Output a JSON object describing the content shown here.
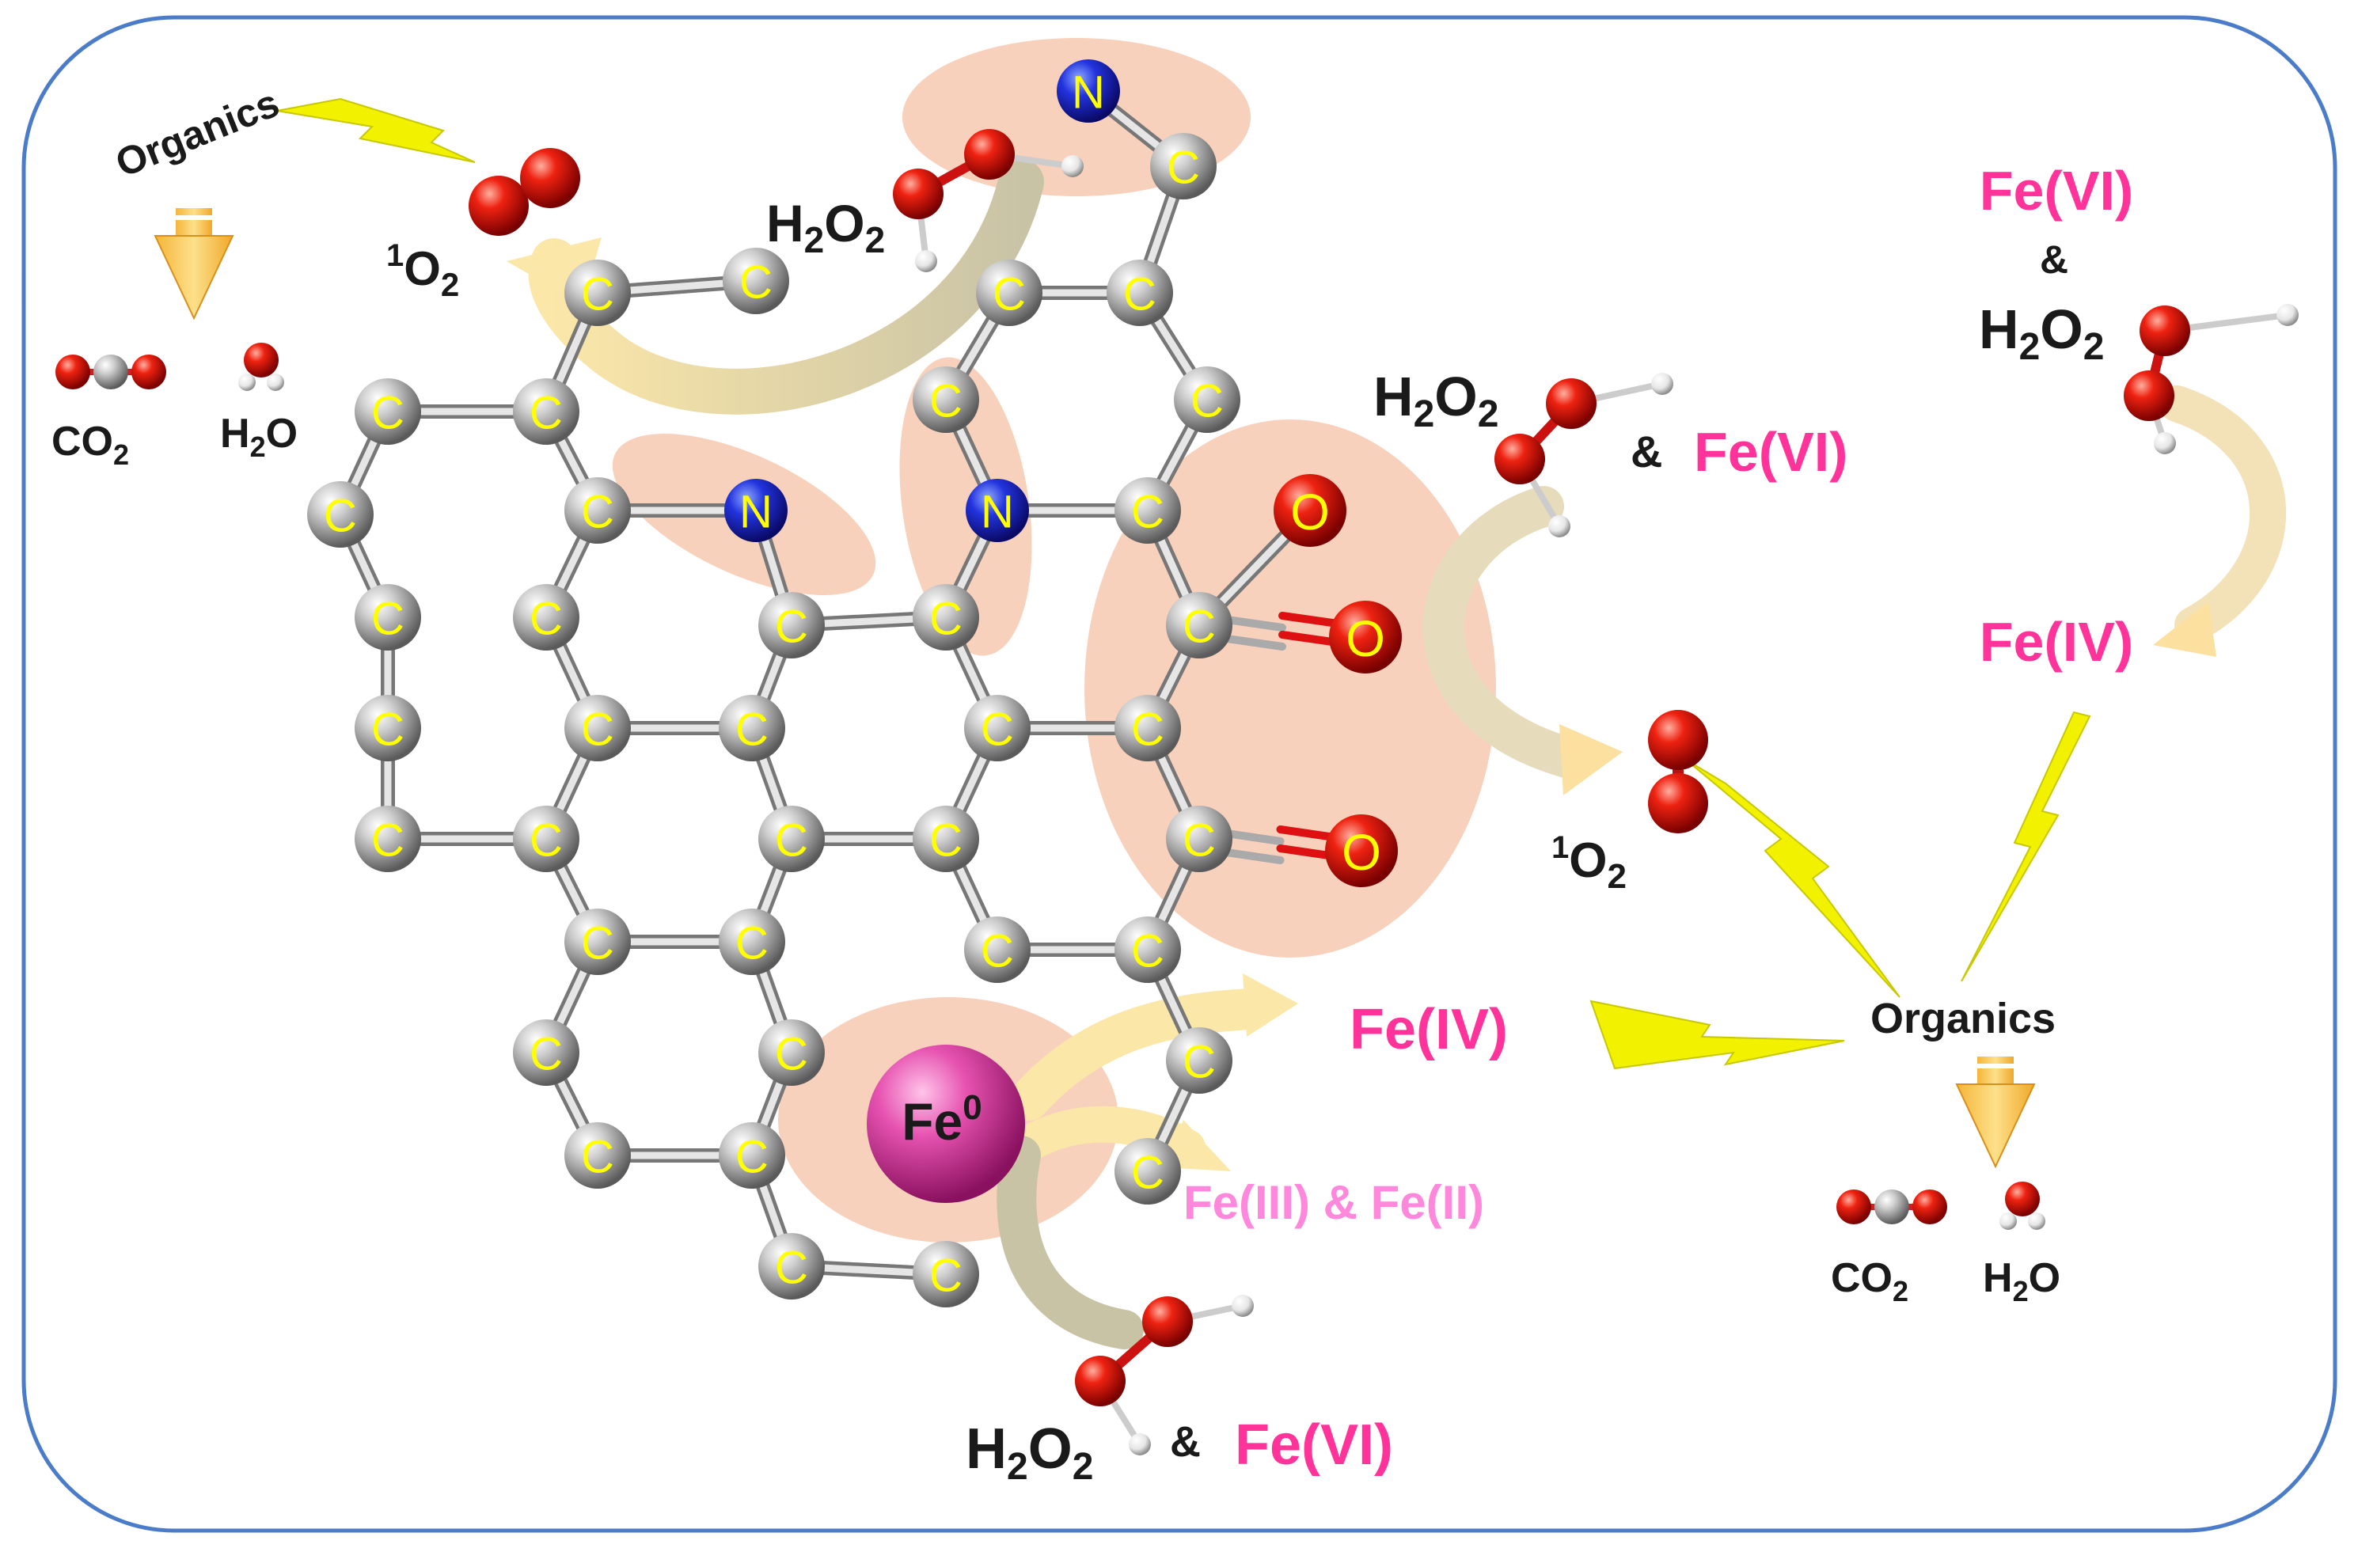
{
  "labels": {
    "organics_top_left": "Organics",
    "co2_top_left": "CO",
    "co2_top_left_sub": "2",
    "h2o_top_left": "H",
    "h2o_top_left_sub": "2",
    "h2o_top_left_tail": "O",
    "singlet_o2_top_sup": "1",
    "singlet_o2_top": "O",
    "singlet_o2_top_sub": "2",
    "h2o2_top": "H",
    "h2o2_top_sub1": "2",
    "h2o2_top_mid": "O",
    "h2o2_top_sub2": "2",
    "fe6_top_right": "Fe(VI)",
    "amp_top_right": "&",
    "h2o2_top_right": "H",
    "h2o2_top_right_sub1": "2",
    "h2o2_top_right_mid": "O",
    "h2o2_top_right_sub2": "2",
    "fe4_right": "Fe(IV)",
    "h2o2_mid": "H",
    "h2o2_mid_sub1": "2",
    "h2o2_mid_mid": "O",
    "h2o2_mid_sub2": "2",
    "amp_mid": "&",
    "fe6_mid": "Fe(VI)",
    "singlet_o2_mid_sup": "1",
    "singlet_o2_mid": "O",
    "singlet_o2_mid_sub": "2",
    "fe4_center": "Fe(IV)",
    "organics_right": "Organics",
    "co2_right": "CO",
    "co2_right_sub": "2",
    "h2o_right": "H",
    "h2o_right_sub": "2",
    "h2o_right_tail": "O",
    "fe0": "Fe",
    "fe0_sup": "0",
    "fe3_fe2": "Fe(III) & Fe(II)",
    "h2o2_bottom": "H",
    "h2o2_bottom_sub1": "2",
    "h2o2_bottom_mid": "O",
    "h2o2_bottom_sub2": "2",
    "amp_bottom": "&",
    "fe6_bottom": "Fe(VI)"
  },
  "atoms": {
    "carbon": "C",
    "nitrogen": "N",
    "oxygen": "O"
  },
  "colors": {
    "frame": "#4a7cc9",
    "iron_species": "#ff3399",
    "iron_species_light": "#ff88dd",
    "carbon_atom": "#a8a8a8",
    "nitrogen_atom": "#1a1acc",
    "oxygen_atom": "#dd1111",
    "atom_label": "#ffff00",
    "highlight": "#f7c9b0",
    "lightning": "#f2f200",
    "arrow_yellow": "#fce7a0",
    "arrow_olive": "#c8c2a4",
    "fe0_sphere": "#e0449e"
  }
}
